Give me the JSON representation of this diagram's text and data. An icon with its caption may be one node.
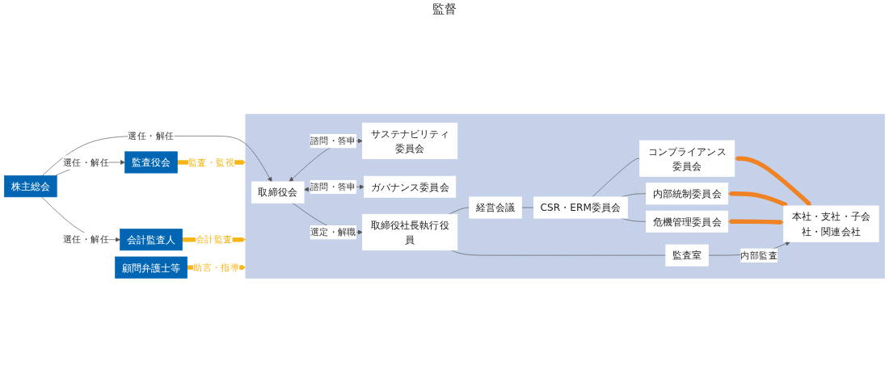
{
  "diagram": {
    "nodes": [
      {
        "text": [
          "株主総会"
        ]
      },
      {
        "text": [
          "監査役会"
        ]
      },
      {
        "text": [],
        "shape": "box"
      },
      {
        "text": [
          "取締役会"
        ],
        "in": 2
      },
      {
        "text": [
          "サステナビリティ委員会"
        ],
        "in": 2
      },
      {
        "text": [
          "ガバナンス委員会"
        ],
        "in": 2
      },
      {
        "text": [
          "取締役社長執行役員"
        ],
        "in": 2
      },
      {
        "text": [
          "監査室"
        ],
        "in": 2
      },
      {
        "text": [
          "経営会議"
        ],
        "in": 2
      },
      {
        "text": [
          "CSR・ERM委員会"
        ],
        "in": 2
      },
      {
        "text": [
          "コンプライアンス委員会"
        ],
        "in": 2
      },
      {
        "text": [
          "内部統制委員会"
        ],
        "in": 2
      },
      {
        "text": [
          "危機管理委員会"
        ],
        "in": 2
      },
      {
        "text": [
          "本社・支社・子会社・関連会社"
        ],
        "in": 2
      },
      {
        "text": [
          "会計監査人"
        ]
      },
      {
        "text": [
          "顧問弁護士等"
        ]
      }
    ],
    "edges": [
      {
        "from": 0,
        "to": 1,
        "arrow": "to",
        "label": "選任・解任"
      },
      {
        "from": 0,
        "to": 14,
        "arrow": "to",
        "label": "選任・解任"
      },
      {
        "from": 0,
        "to": 3,
        "arrow": "to",
        "label": "選任・解任"
      },
      {
        "from": 3,
        "to": 4,
        "arrow": "both",
        "label": "諮問・答申"
      },
      {
        "from": 3,
        "to": 5,
        "arrow": "both",
        "label": "諮問・答申"
      },
      {
        "from": 3,
        "to": 6,
        "arrow": "to",
        "label": "選定・解職"
      },
      {
        "from": 6,
        "to": 7,
        "arrow": "none"
      },
      {
        "from": 6,
        "to": 8,
        "arrow": "none"
      },
      {
        "from": 8,
        "to": 9,
        "arrow": "none"
      },
      {
        "from": 9,
        "to": 10,
        "arrow": "none"
      },
      {
        "from": 9,
        "to": 11,
        "arrow": "none"
      },
      {
        "from": 9,
        "to": 12,
        "arrow": "none"
      },
      {
        "from": 10,
        "to": 13,
        "arrow": "both",
        "style": "thick",
        "color": "#f08223"
      },
      {
        "from": 11,
        "to": 13,
        "arrow": "both",
        "style": "thick",
        "color": "#f08223"
      },
      {
        "from": 12,
        "to": 13,
        "arrow": "both",
        "style": "thick",
        "color": "#f08223"
      },
      {
        "from": 7,
        "to": 13,
        "arrow": "to",
        "label": "内部監査"
      },
      {
        "from": 1,
        "to": 2,
        "arrow": "to",
        "label": "監査・監視",
        "style": "thick",
        "color": "#f9b516"
      },
      {
        "from": 14,
        "to": 2,
        "arrow": "to",
        "label": "会計監査",
        "style": "thick",
        "color": "#f9b516"
      },
      {
        "from": 15,
        "to": 2,
        "arrow": "to",
        "label": "助言・指導",
        "style": "thick",
        "color": "#f9b516"
      }
    ],
    "labels": [
      "監督"
    ]
  }
}
